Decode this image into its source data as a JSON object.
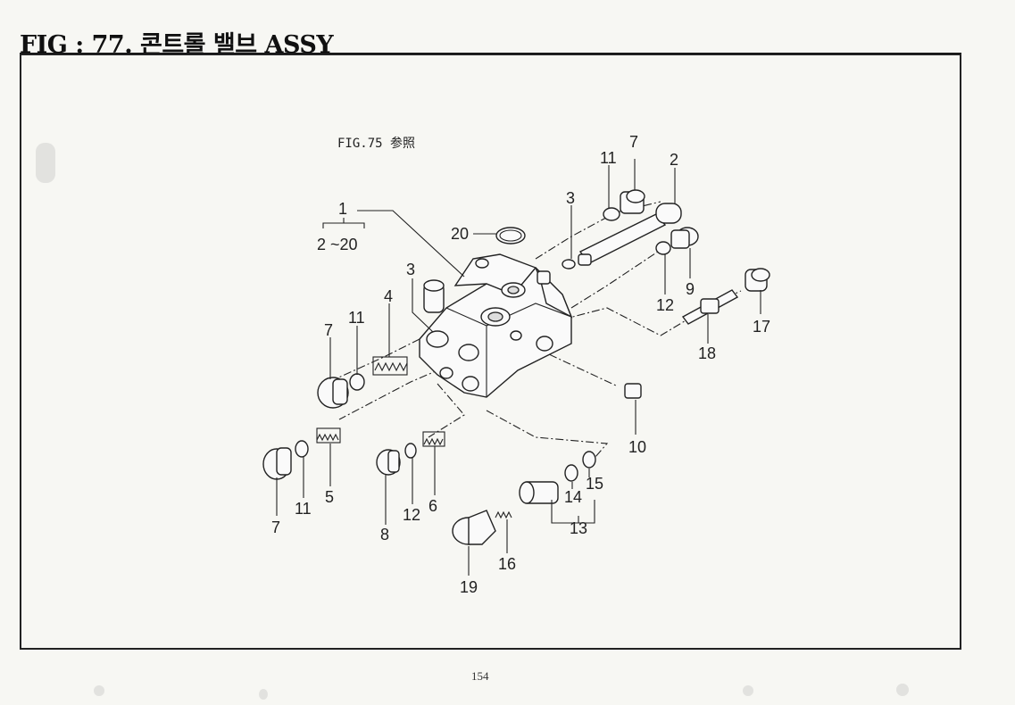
{
  "document": {
    "title": "FIG : 77.  콘트롤 밸브 ASSY",
    "reference_note": "FIG.75 参照",
    "page_number": "154"
  },
  "callouts": [
    {
      "label": "1"
    },
    {
      "label": "2 ~20"
    },
    {
      "label": "3"
    },
    {
      "label": "3"
    },
    {
      "label": "4"
    },
    {
      "label": "5"
    },
    {
      "label": "6"
    },
    {
      "label": "7"
    },
    {
      "label": "7"
    },
    {
      "label": "7"
    },
    {
      "label": "8"
    },
    {
      "label": "9"
    },
    {
      "label": "10"
    },
    {
      "label": "11"
    },
    {
      "label": "11"
    },
    {
      "label": "11"
    },
    {
      "label": "12"
    },
    {
      "label": "12"
    },
    {
      "label": "13"
    },
    {
      "label": "14"
    },
    {
      "label": "15"
    },
    {
      "label": "16"
    },
    {
      "label": "17"
    },
    {
      "label": "18"
    },
    {
      "label": "19"
    },
    {
      "label": "20"
    },
    {
      "label": "2"
    }
  ]
}
